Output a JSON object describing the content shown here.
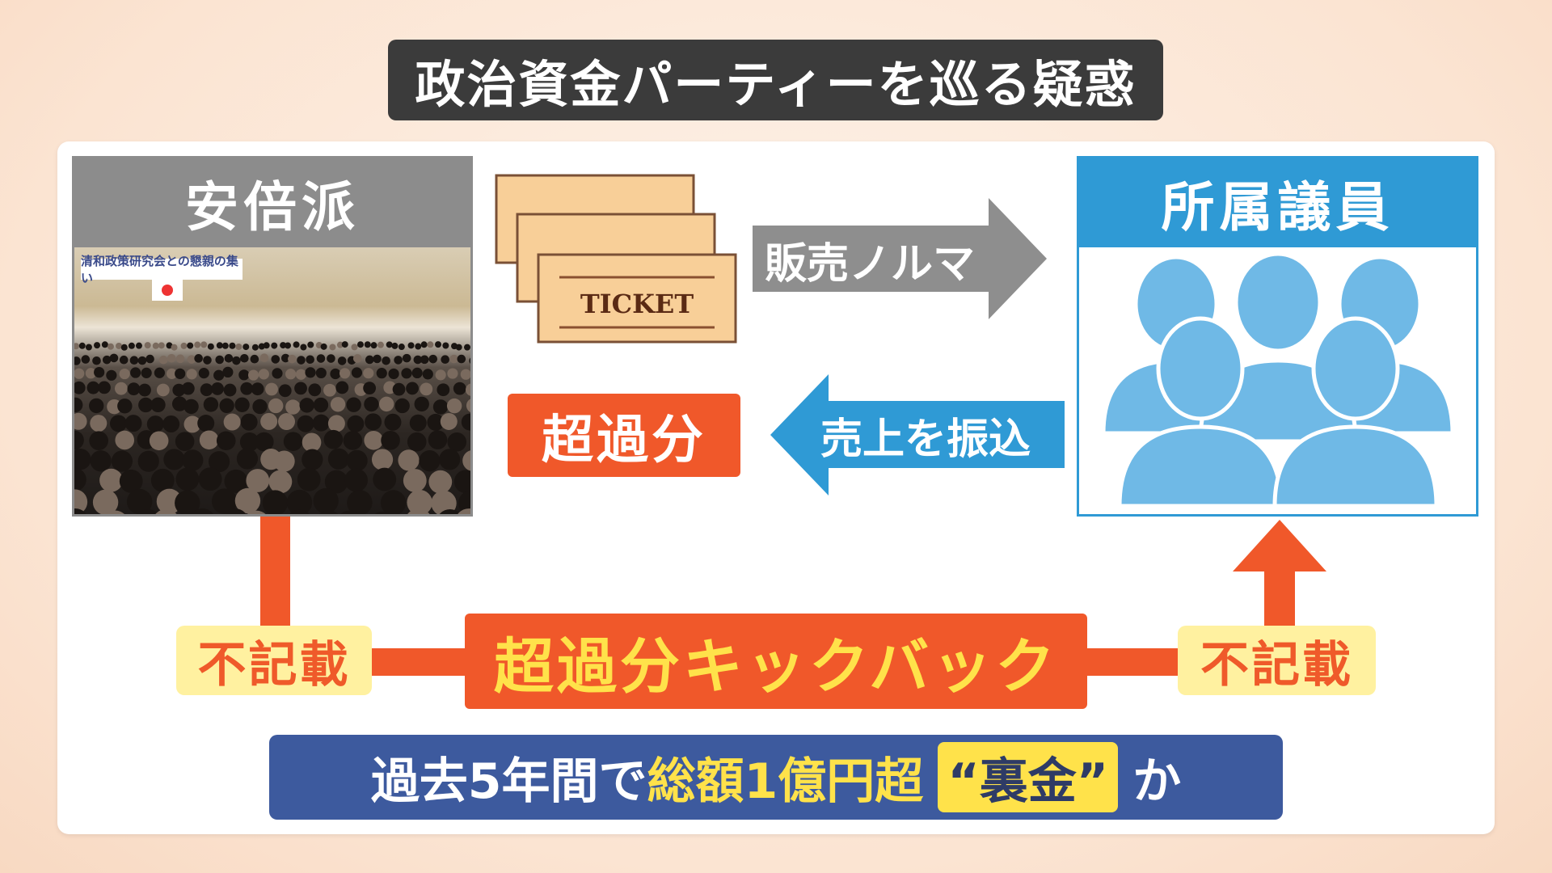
{
  "title": "政治資金パーティーを巡る疑惑",
  "faction": {
    "label": "安倍派",
    "photo_banner": "清和政策研究会との懇親の集い"
  },
  "tickets": {
    "label": "TICKET"
  },
  "sales_quota": "販売ノルマ",
  "members": {
    "label": "所属議員"
  },
  "transfer": "売上を振込",
  "excess": "超過分",
  "unrecorded_left": "不記載",
  "unrecorded_right": "不記載",
  "kickback": "超過分キックバック",
  "summary": {
    "part1": "過去5年間で",
    "part2": "総額1億円超",
    "part3": "“裏金”",
    "part4": "か"
  },
  "colors": {
    "orange": "#f0582a",
    "blue": "#2f9ad5",
    "navy": "#3d5a9e",
    "yellow": "#ffe24a",
    "gray": "#8c8c8c"
  }
}
